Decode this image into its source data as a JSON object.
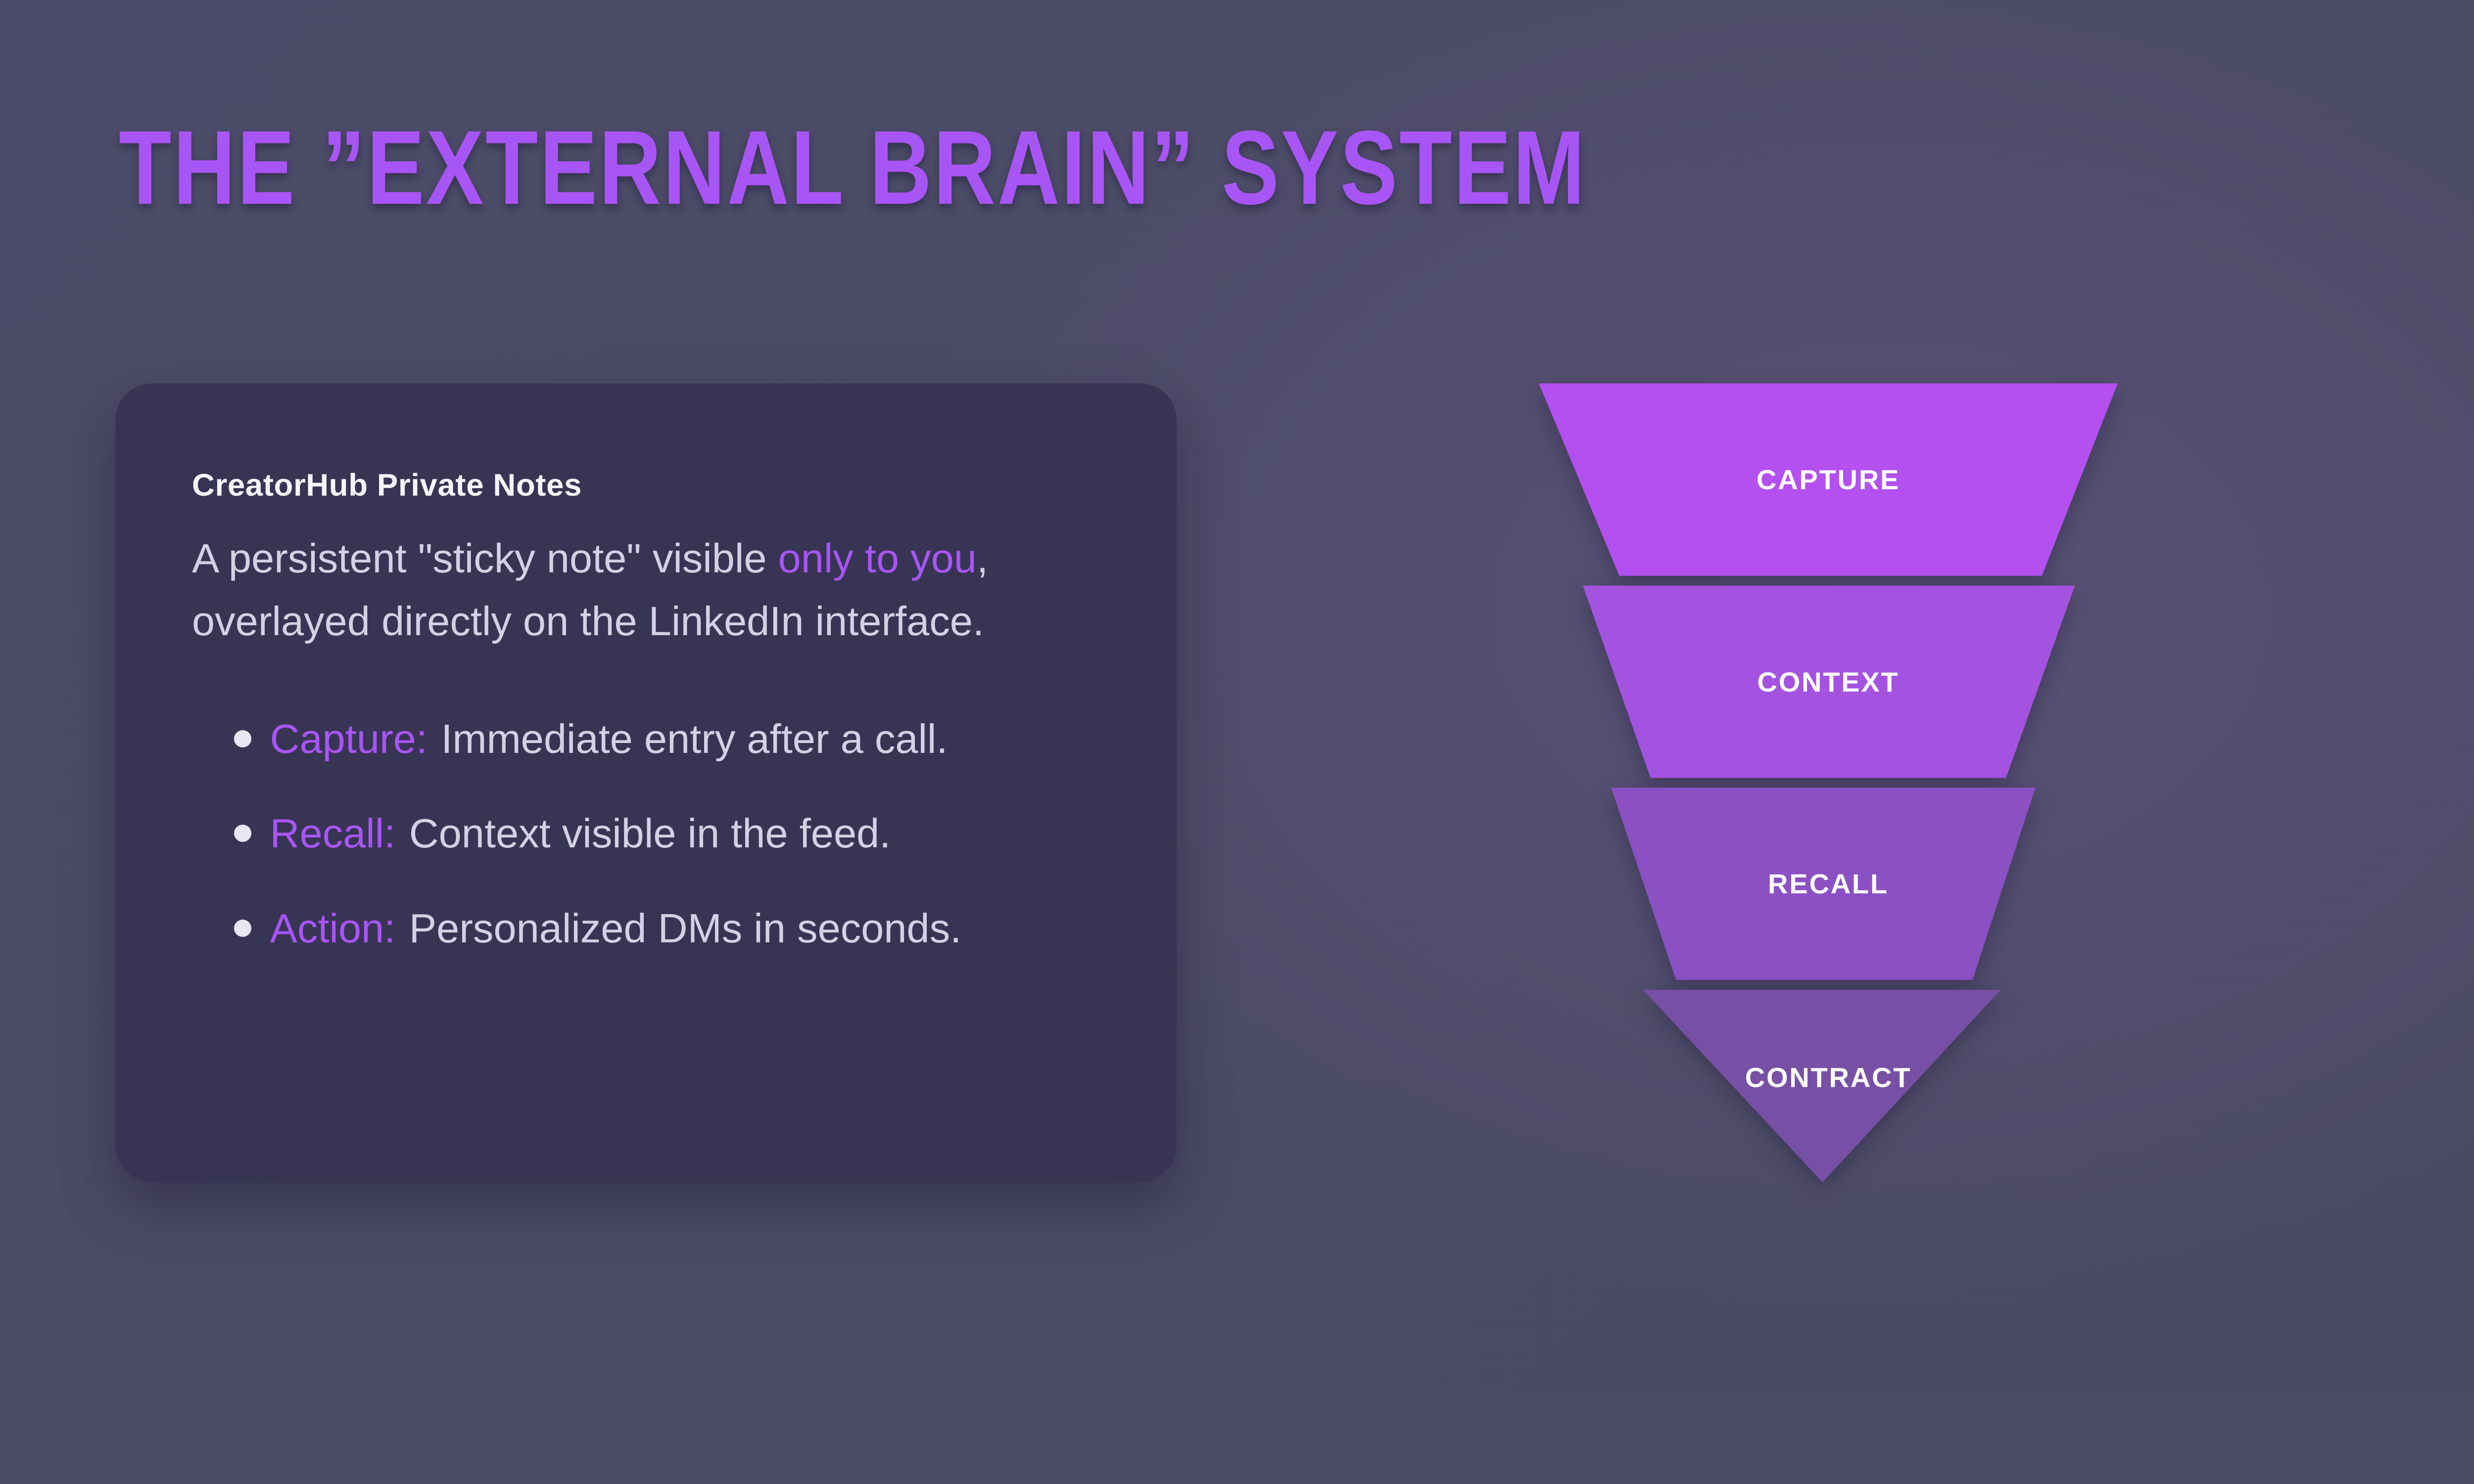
{
  "title": "THE ”EXTERNAL BRAIN” SYSTEM",
  "card": {
    "heading": "CreatorHub Private Notes",
    "paragraph_before": "A persistent \"sticky note\" visible ",
    "paragraph_highlight": "only to you",
    "paragraph_after": ", overlayed directly on the LinkedIn interface.",
    "bullets": [
      {
        "keyword": "Capture:",
        "text": "Immediate entry after a call."
      },
      {
        "keyword": "Recall:",
        "text": "Context visible in the feed."
      },
      {
        "keyword": "Action:",
        "text": "Personalized DMs in seconds."
      }
    ]
  },
  "funnel": {
    "stages": [
      {
        "label": "CAPTURE",
        "color": "#b350ef"
      },
      {
        "label": "CONTEXT",
        "color": "#a452e0"
      },
      {
        "label": "RECALL",
        "color": "#8b50c3"
      },
      {
        "label": "CONTRACT",
        "color": "#7750a5"
      }
    ]
  },
  "colors": {
    "background": "#4b4b66",
    "background_highlight": "#5a5278",
    "card_background": "#383454",
    "accent": "#a855f5",
    "heading_text": "#f7f5fc",
    "body_text": "#d5d1e4",
    "funnel_label": "#ffffff"
  }
}
